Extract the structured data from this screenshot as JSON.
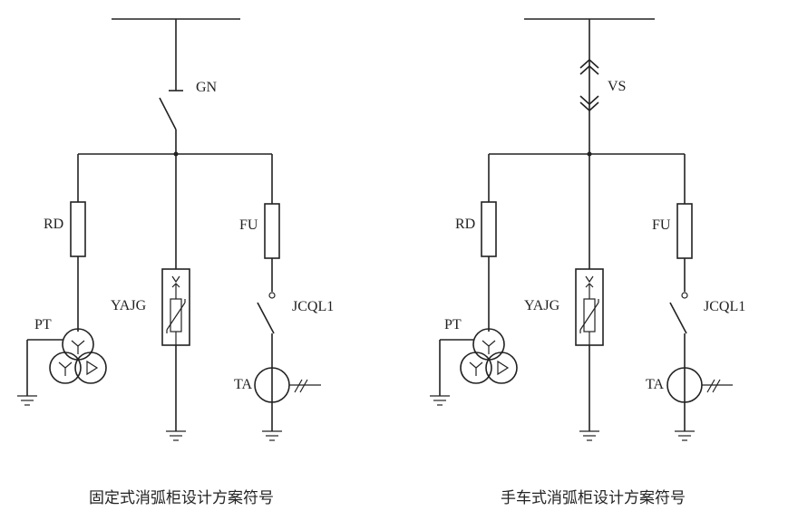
{
  "left": {
    "caption": "固定式消弧柜设计方案符号",
    "switch_label": "GN",
    "rd_label": "RD",
    "fu_label": "FU",
    "pt_label": "PT",
    "yajg_label": "YAJG",
    "jcql_label": "JCQL1",
    "ta_label": "TA"
  },
  "right": {
    "caption": "手车式消弧柜设计方案符号",
    "switch_label": "VS",
    "rd_label": "RD",
    "fu_label": "FU",
    "pt_label": "PT",
    "yajg_label": "YAJG",
    "jcql_label": "JCQL1",
    "ta_label": "TA"
  }
}
